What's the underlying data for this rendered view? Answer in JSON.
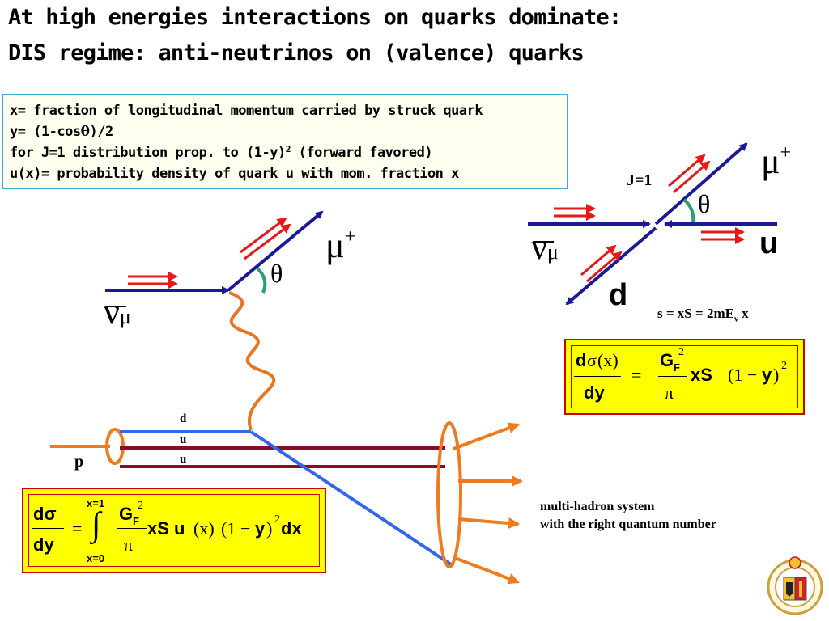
{
  "title_line1": "At high energies interactions on quarks dominate:",
  "title_line2": "DIS regime:  anti-neutrinos on (valence) quarks",
  "definitions": {
    "x_def": "x= fraction of longitudinal momentum carried by struck quark",
    "y_pre": "y= (1-cos",
    "y_theta": "θ",
    "y_post": ")/2",
    "j_pre": "for J=1 distribution prop. to (1-y)",
    "j_sup": "2",
    "j_post": " (forward favored)",
    "u_def": "u(x)= probability density of quark u with mom. fraction x"
  },
  "left_diagram": {
    "nu": "ν",
    "nu_sub": "μ",
    "mu": "μ",
    "mu_sup": "+",
    "theta": "θ",
    "quark_d": "d",
    "quark_u1": "u",
    "quark_u2": "u",
    "proton": "p"
  },
  "right_diagram": {
    "j_label": "J=1",
    "mu": "μ",
    "mu_sup": "+",
    "theta": "θ",
    "nu": "ν",
    "nu_sub": "μ",
    "quark_u": "u",
    "quark_d": "d"
  },
  "s_relation": {
    "pre": "s = xS  = 2mE",
    "sub": "ν",
    "post": " x"
  },
  "hadron_text": {
    "line1": "multi-hadron system",
    "line2": "with the right quantum number"
  },
  "formula_right": {
    "num_d": "d",
    "num_sigma": "σ",
    "num_arg": "(x)",
    "den": "dy",
    "eq": "=",
    "g": "G",
    "g_sub": "F",
    "g_sup": "2",
    "pi": "π",
    "xs": "xS",
    "factor": "(1",
    "minus": "−",
    "y": "y",
    "close": ")",
    "close_sup": "2"
  },
  "formula_left": {
    "num": "dσ",
    "den": "dy",
    "eq": "=",
    "int_upper": "x=1",
    "int_sign": "∫",
    "int_lower": "x=0",
    "g": "G",
    "g_sub": "F",
    "g_sup": "2",
    "pi": "π",
    "xs_u": "xS u",
    "ux": "(x)",
    "factor": "(1",
    "minus": "−",
    "y": "y",
    "close": ")",
    "close_sup": "2",
    "dx": " dx"
  },
  "colors": {
    "particle_line": "#1a1a99",
    "boson": "#e87522",
    "momentum_arrow": "#e61919",
    "theta_arc": "#2e9e6a",
    "quark_spectator": "#8b0a2a",
    "struck_quark": "#3366ee",
    "hadron_arrows": "#f07a1e",
    "box_border": "#33b3d6",
    "formula_bg": "#ffff00",
    "formula_border": "#cc0000"
  }
}
